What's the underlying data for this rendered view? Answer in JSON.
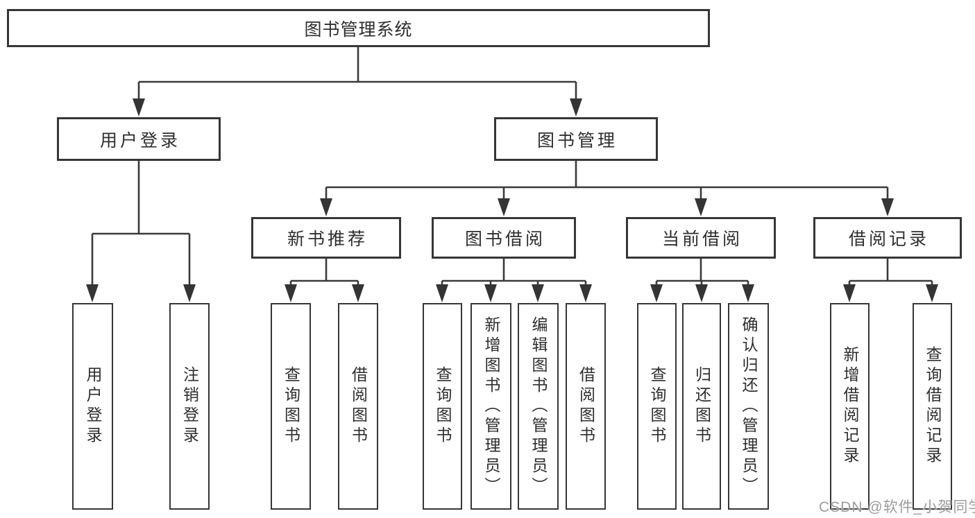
{
  "diagram_type": "hierarchy-tree",
  "colors": {
    "line": "#3a3a3a",
    "box_border": "#363636",
    "text": "#2e2e2e",
    "background": "#ffffff",
    "watermark": "#9c9c9c"
  },
  "tree": {
    "root": {
      "label": "图书管理系统"
    },
    "level2": [
      {
        "label": "用户登录",
        "children": [
          {
            "label": "用户登录"
          },
          {
            "label": "注销登录"
          }
        ]
      },
      {
        "label": "图书管理",
        "children": [
          {
            "label": "新书推荐",
            "children": [
              {
                "label": "查询图书"
              },
              {
                "label": "借阅图书"
              }
            ]
          },
          {
            "label": "图书借阅",
            "children": [
              {
                "label": "查询图书"
              },
              {
                "label": "新增图书（管理员）"
              },
              {
                "label": "编辑图书（管理员）"
              },
              {
                "label": "借阅图书"
              }
            ]
          },
          {
            "label": "当前借阅",
            "children": [
              {
                "label": "查询图书"
              },
              {
                "label": "归还图书"
              },
              {
                "label": "确认归还（管理员）"
              }
            ]
          },
          {
            "label": "借阅记录",
            "children": [
              {
                "label": "新增借阅记录"
              },
              {
                "label": "查询借阅记录"
              }
            ]
          }
        ]
      }
    ]
  },
  "watermark": {
    "text": "CSDN @软件_小贺同学"
  }
}
